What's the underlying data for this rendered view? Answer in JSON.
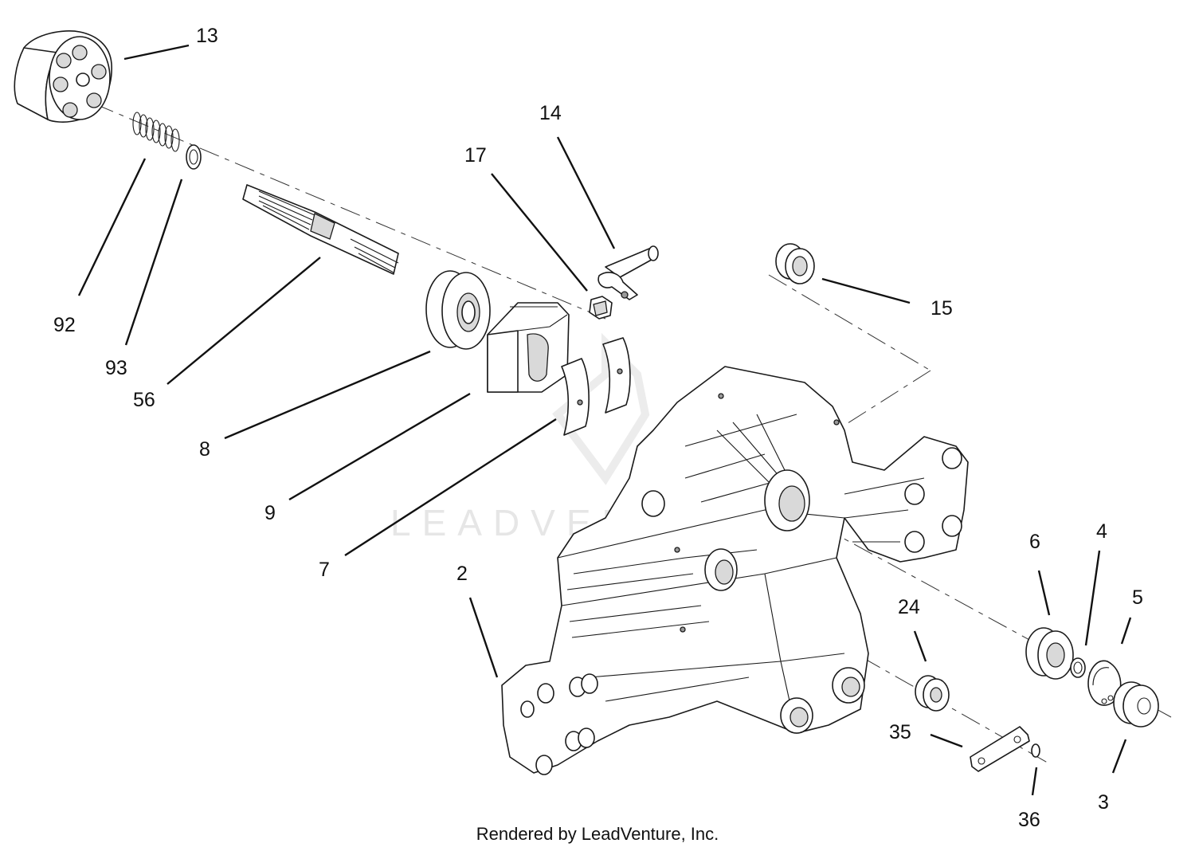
{
  "diagram": {
    "watermark": "LEADVENTURE",
    "footer": "Rendered by LeadVenture, Inc.",
    "callouts": {
      "c13": "13",
      "c92": "92",
      "c93": "93",
      "c56": "56",
      "c17": "17",
      "c14": "14",
      "c15": "15",
      "c8": "8",
      "c9": "9",
      "c7": "7",
      "c2": "2",
      "c24": "24",
      "c35": "35",
      "c36": "36",
      "c6": "6",
      "c4": "4",
      "c5": "5",
      "c3": "3"
    }
  }
}
